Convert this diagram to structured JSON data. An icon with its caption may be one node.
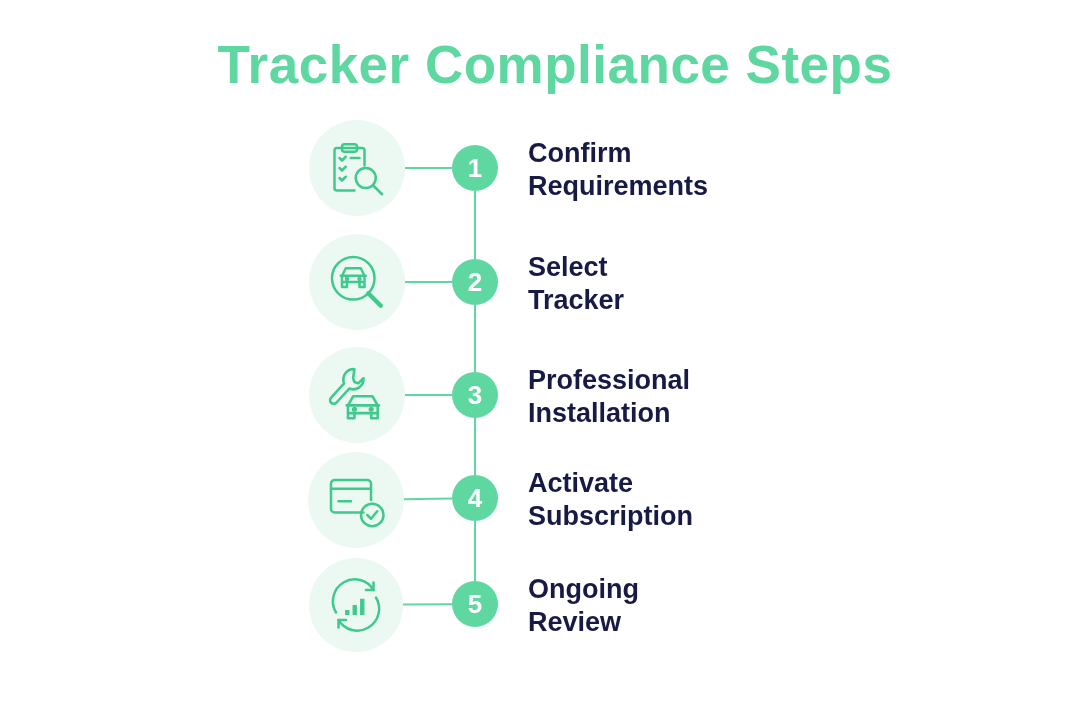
{
  "diagram": {
    "title": "Tracker Compliance Steps",
    "nodes": [
      {
        "text": [],
        "shape": "circle"
      },
      {
        "text": [
          "1"
        ],
        "beside": [
          "Confirm Requirements"
        ]
      },
      {
        "text": [],
        "shape": "circle"
      },
      {
        "text": [
          "2"
        ],
        "beside": [
          "Select Tracker"
        ]
      },
      {
        "text": [],
        "shape": "circle"
      },
      {
        "text": [
          "3"
        ],
        "beside": [
          "Professional Installation"
        ]
      },
      {
        "text": [],
        "shape": "circle"
      },
      {
        "text": [
          "4"
        ],
        "beside": [
          "Activate Subscription"
        ]
      },
      {
        "text": [],
        "shape": "circle"
      },
      {
        "text": [
          "5"
        ],
        "beside": [
          "Ongoing Review"
        ]
      }
    ],
    "edges": [
      {
        "from": 0,
        "to": 1,
        "arrow": "none"
      },
      {
        "from": 1,
        "to": 3,
        "arrow": "none"
      },
      {
        "from": 2,
        "to": 3,
        "arrow": "none"
      },
      {
        "from": 3,
        "to": 5,
        "arrow": "none"
      },
      {
        "from": 4,
        "to": 5,
        "arrow": "none"
      },
      {
        "from": 5,
        "to": 7,
        "arrow": "none"
      },
      {
        "from": 6,
        "to": 7,
        "arrow": "none"
      },
      {
        "from": 7,
        "to": 9,
        "arrow": "none"
      },
      {
        "from": 8,
        "to": 9,
        "arrow": "none"
      }
    ]
  }
}
